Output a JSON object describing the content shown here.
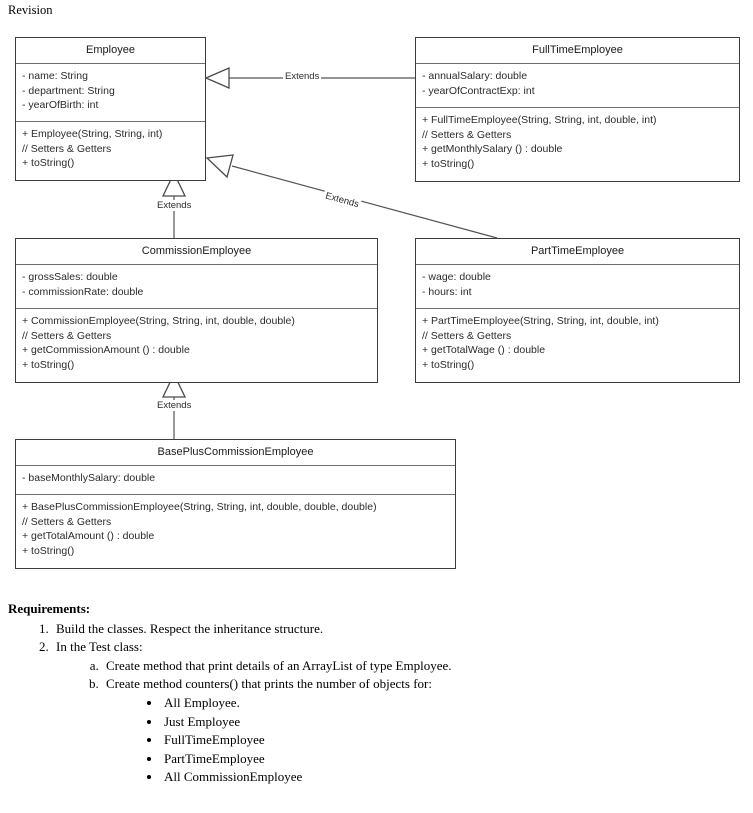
{
  "page": {
    "heading": "Revision"
  },
  "colors": {
    "background": "#ffffff",
    "box_border": "#3c3c3c",
    "compartment_divider": "#6e6e6e",
    "connector": "#555555",
    "text": "#000000",
    "uml_text": "#2b2b2b"
  },
  "diagram": {
    "type": "uml-class-diagram",
    "classes": [
      {
        "id": "Employee",
        "name": "Employee",
        "attributes": [
          "- name: String",
          "- department: String",
          "- yearOfBirth: int"
        ],
        "operations": [
          "+ Employee(String, String, int)",
          "// Setters & Getters",
          "+ toString()"
        ]
      },
      {
        "id": "FullTimeEmployee",
        "name": "FullTimeEmployee",
        "attributes": [
          "- annualSalary: double",
          "- yearOfContractExp: int"
        ],
        "operations": [
          "+ FullTimeEmployee(String, String, int, double, int)",
          "// Setters & Getters",
          "+ getMonthlySalary () : double",
          "+ toString()"
        ]
      },
      {
        "id": "CommissionEmployee",
        "name": "CommissionEmployee",
        "attributes": [
          "- grossSales: double",
          "- commissionRate: double"
        ],
        "operations": [
          "+ CommissionEmployee(String, String, int, double, double)",
          "// Setters & Getters",
          "+ getCommissionAmount () : double",
          "+ toString()"
        ]
      },
      {
        "id": "PartTimeEmployee",
        "name": "PartTimeEmployee",
        "attributes": [
          "- wage: double",
          "- hours: int"
        ],
        "operations": [
          "+ PartTimeEmployee(String, String, int, double, int)",
          "// Setters & Getters",
          "+ getTotalWage () : double",
          "+ toString()"
        ]
      },
      {
        "id": "BasePlusCommissionEmployee",
        "name": "BasePlusCommissionEmployee",
        "attributes": [
          "- baseMonthlySalary: double"
        ],
        "operations": [
          "+ BasePlusCommissionEmployee(String, String, int, double, double, double)",
          "// Setters & Getters",
          "+ getTotalAmount () : double",
          "+ toString()"
        ]
      }
    ],
    "relationships": [
      {
        "from": "FullTimeEmployee",
        "to": "Employee",
        "label": "Extends",
        "kind": "inheritance"
      },
      {
        "from": "CommissionEmployee",
        "to": "Employee",
        "label": "Extends",
        "kind": "inheritance"
      },
      {
        "from": "PartTimeEmployee",
        "to": "Employee",
        "label": "Extends",
        "kind": "inheritance"
      },
      {
        "from": "BasePlusCommissionEmployee",
        "to": "CommissionEmployee",
        "label": "Extends",
        "kind": "inheritance"
      }
    ]
  },
  "requirements": {
    "heading": "Requirements:",
    "item1": "Build the classes. Respect the inheritance structure.",
    "item2": "In the Test class:",
    "item2a": "Create method that print details of an ArrayList of type Employee.",
    "item2b": "Create method counters() that prints the number of objects for:",
    "bullets": [
      "All Employee.",
      "Just Employee",
      "FullTimeEmployee",
      "PartTimeEmployee",
      "All CommissionEmployee"
    ]
  }
}
